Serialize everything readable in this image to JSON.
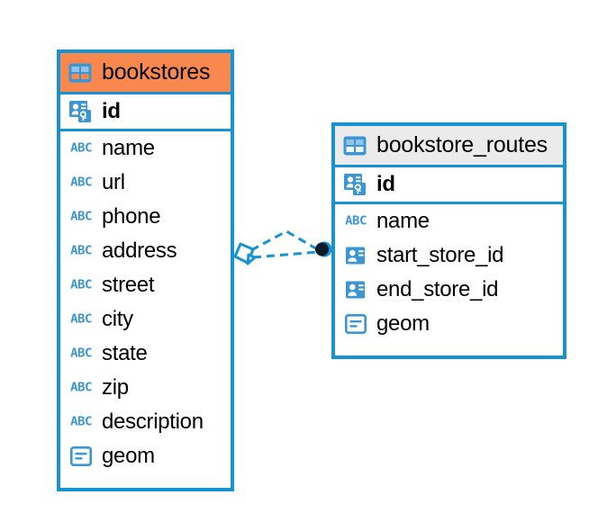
{
  "diagram": {
    "kind": "entity-relationship-diagram",
    "background_color": "#ffffff",
    "accent_color": "#1793d1",
    "header_highlight_color": "#f9884f",
    "header_neutral_color": "#ebebeb",
    "icon_blue": "#3d96d4",
    "endpoint_dark": "#0d1b2a"
  },
  "entities": [
    {
      "id": "bookstores",
      "title": "bookstores",
      "header_icon": "table-icon",
      "header_style": "orange",
      "primary_keys": [
        {
          "name": "id",
          "icon": "primary-key-icon"
        }
      ],
      "fields": [
        {
          "name": "name",
          "icon": "text-abc-icon"
        },
        {
          "name": "url",
          "icon": "text-abc-icon"
        },
        {
          "name": "phone",
          "icon": "text-abc-icon"
        },
        {
          "name": "address",
          "icon": "text-abc-icon"
        },
        {
          "name": "street",
          "icon": "text-abc-icon"
        },
        {
          "name": "city",
          "icon": "text-abc-icon"
        },
        {
          "name": "state",
          "icon": "text-abc-icon"
        },
        {
          "name": "zip",
          "icon": "text-abc-icon"
        },
        {
          "name": "description",
          "icon": "text-abc-icon"
        },
        {
          "name": "geom",
          "icon": "geometry-icon"
        }
      ]
    },
    {
      "id": "bookstore_routes",
      "title": "bookstore_routes",
      "header_icon": "table-icon",
      "header_style": "grey",
      "primary_keys": [
        {
          "name": "id",
          "icon": "primary-key-icon"
        }
      ],
      "fields": [
        {
          "name": "name",
          "icon": "text-abc-icon"
        },
        {
          "name": "start_store_id",
          "icon": "foreign-key-icon"
        },
        {
          "name": "end_store_id",
          "icon": "foreign-key-icon"
        },
        {
          "name": "geom",
          "icon": "geometry-icon"
        }
      ]
    }
  ],
  "relationship": {
    "from": "bookstores",
    "to": "bookstore_routes",
    "line_style": "dashed",
    "line_color": "#1793d1",
    "source_marker": "diamond-marker",
    "target_marker": "filled-circle-marker"
  },
  "abc_glyph": "ABC"
}
